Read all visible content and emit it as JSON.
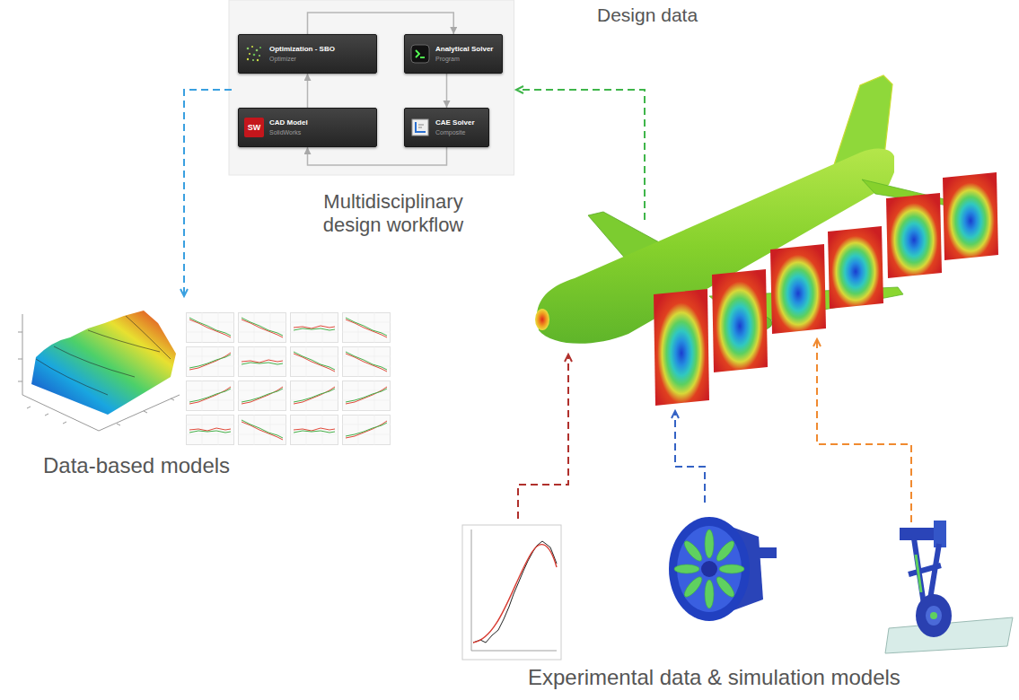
{
  "diagram": {
    "nodes": [
      {
        "text": [
          "Optimization - SBO",
          "Optimizer"
        ]
      },
      {
        "text": [
          "Analytical Solver",
          "Program"
        ]
      },
      {
        "text": [
          "CAD Model",
          "SolidWorks"
        ]
      },
      {
        "text": [
          "CAE Solver",
          "Composite"
        ]
      }
    ],
    "edges": [
      {
        "from": 0,
        "to": 1,
        "arrow": "to"
      },
      {
        "from": 1,
        "to": 3,
        "arrow": "to"
      },
      {
        "from": 3,
        "to": 2,
        "arrow": "to"
      },
      {
        "from": 2,
        "to": 0,
        "arrow": "to"
      }
    ],
    "labels": [
      "SW",
      "Design data",
      "Multidisciplinary design workflow",
      "Data-based models",
      "Experimental data & simulation models"
    ]
  }
}
